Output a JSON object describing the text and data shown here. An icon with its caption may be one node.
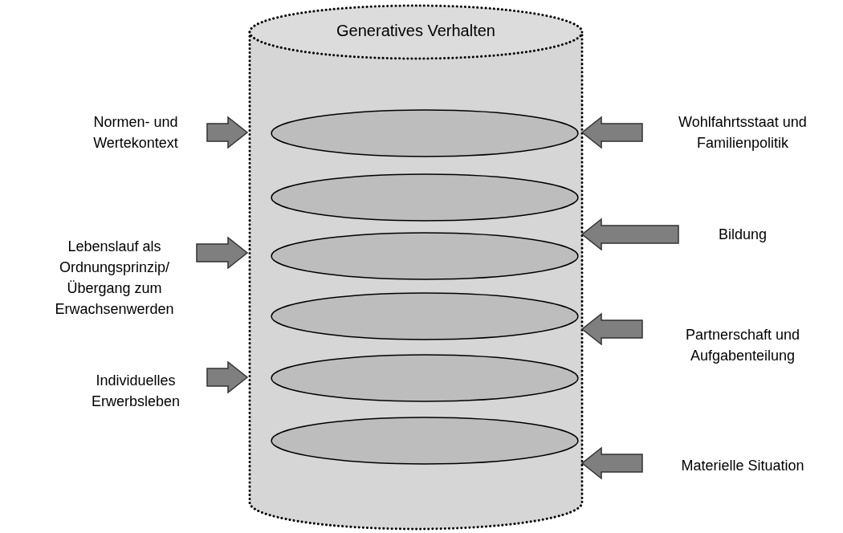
{
  "diagram": {
    "nodes": [
      {
        "text": [
          "Generatives Verhalten"
        ]
      },
      {
        "text": [],
        "shape": "ellipse",
        "in": 0
      },
      {
        "text": [],
        "shape": "ellipse",
        "in": 0
      },
      {
        "text": [],
        "shape": "ellipse",
        "in": 0
      },
      {
        "text": [],
        "shape": "ellipse",
        "in": 0
      },
      {
        "text": [],
        "shape": "ellipse",
        "in": 0
      },
      {
        "text": [],
        "shape": "ellipse",
        "in": 0
      },
      {
        "text": [
          "Normen- und Wertekontext"
        ]
      },
      {
        "text": [
          "Lebenslauf als Ordnungsprinzip/ Übergang zum Erwachsenwerden"
        ]
      },
      {
        "text": [
          "Individuelles Erwerbsleben"
        ]
      },
      {
        "text": [
          "Wohlfahrtsstaat und Familienpolitik"
        ]
      },
      {
        "text": [
          "Bildung"
        ]
      },
      {
        "text": [
          "Partnerschaft und Aufgabenteilung"
        ]
      },
      {
        "text": [
          "Materielle Situation"
        ]
      }
    ],
    "edges": [
      {
        "from": 7,
        "to": 0,
        "arrow": "to"
      },
      {
        "from": 8,
        "to": 0,
        "arrow": "to"
      },
      {
        "from": 9,
        "to": 0,
        "arrow": "to"
      },
      {
        "from": 10,
        "to": 0,
        "arrow": "to"
      },
      {
        "from": 11,
        "to": 0,
        "arrow": "to"
      },
      {
        "from": 12,
        "to": 0,
        "arrow": "to"
      },
      {
        "from": 13,
        "to": 0,
        "arrow": "to"
      }
    ]
  }
}
